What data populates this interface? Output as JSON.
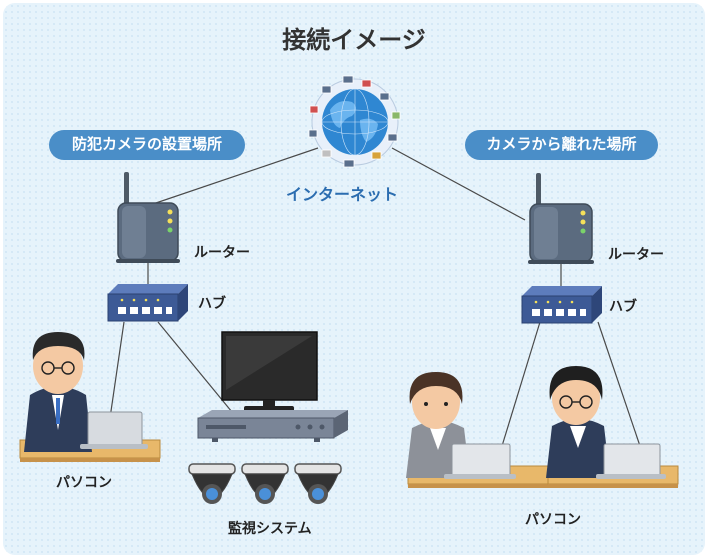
{
  "title": "接続イメージ",
  "labels": {
    "site": "防犯カメラの設置場所",
    "remote": "カメラから離れた場所",
    "internet": "インターネット",
    "router_left": "ルーター",
    "router_right": "ルーター",
    "hub_left": "ハブ",
    "hub_right": "ハブ",
    "pc_left": "パソコン",
    "pc_right": "パソコン",
    "surveillance": "監視システム"
  },
  "colors": {
    "background": "#e6f3fb",
    "label_pill": "#4a8ec8",
    "internet_text": "#2b6db0",
    "device": "#5b6b7f",
    "hub": "#3d5a96"
  }
}
